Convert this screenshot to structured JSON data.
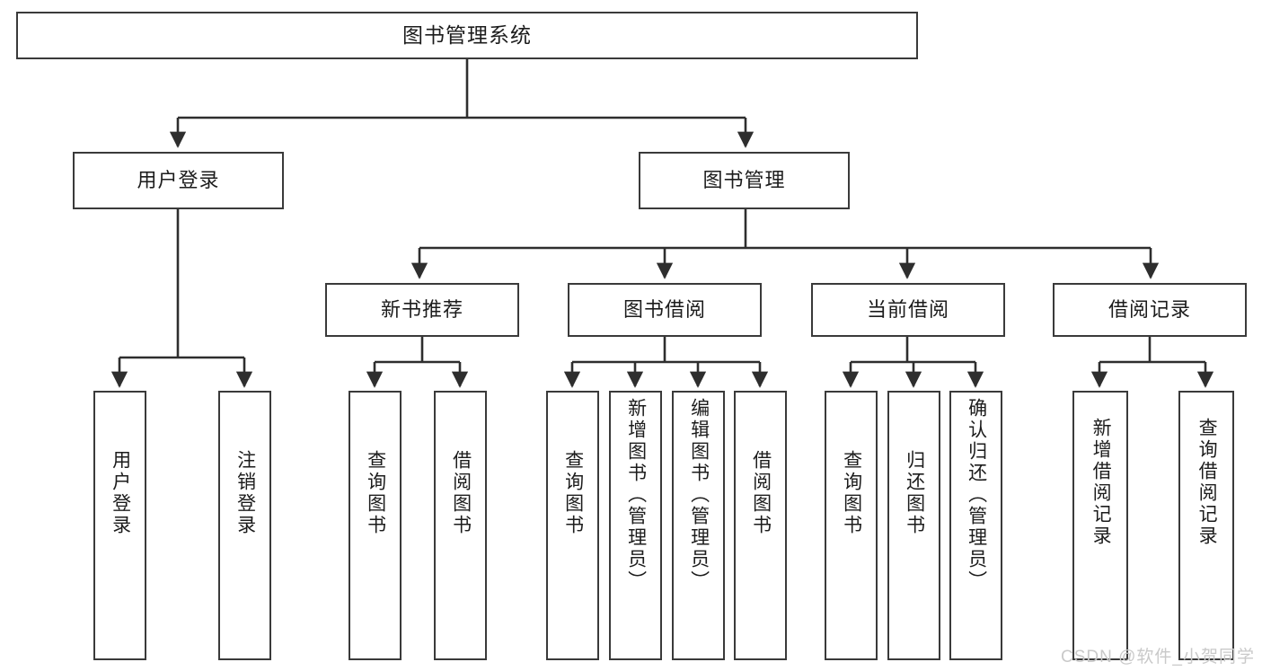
{
  "diagram": {
    "title": "图书管理系统",
    "type": "tree",
    "root": {
      "label": "图书管理系统"
    },
    "level2": [
      {
        "label": "用户登录"
      },
      {
        "label": "图书管理"
      }
    ],
    "level3": [
      {
        "label": "新书推荐"
      },
      {
        "label": "图书借阅"
      },
      {
        "label": "当前借阅"
      },
      {
        "label": "借阅记录"
      }
    ],
    "leaves": {
      "user_login": [
        {
          "label": "用户登录"
        },
        {
          "label": "注销登录"
        }
      ],
      "new_book_recommend": [
        {
          "label": "查询图书"
        },
        {
          "label": "借阅图书"
        }
      ],
      "book_borrow": [
        {
          "label": "查询图书"
        },
        {
          "label": "新增图书（管理员）"
        },
        {
          "label": "编辑图书（管理员）"
        },
        {
          "label": "借阅图书"
        }
      ],
      "current_borrow": [
        {
          "label": "查询图书"
        },
        {
          "label": "归还图书"
        },
        {
          "label": "确认归还（管理员）"
        }
      ],
      "borrow_record": [
        {
          "label": "新增借阅记录"
        },
        {
          "label": "查询借阅记录"
        }
      ]
    }
  },
  "watermark": {
    "text": "CSDN @软件_小贺同学"
  },
  "colors": {
    "stroke": "#3a3a3a",
    "fill": "#ffffff",
    "text": "#1c1c1c",
    "watermark": "#c9c9c9"
  }
}
